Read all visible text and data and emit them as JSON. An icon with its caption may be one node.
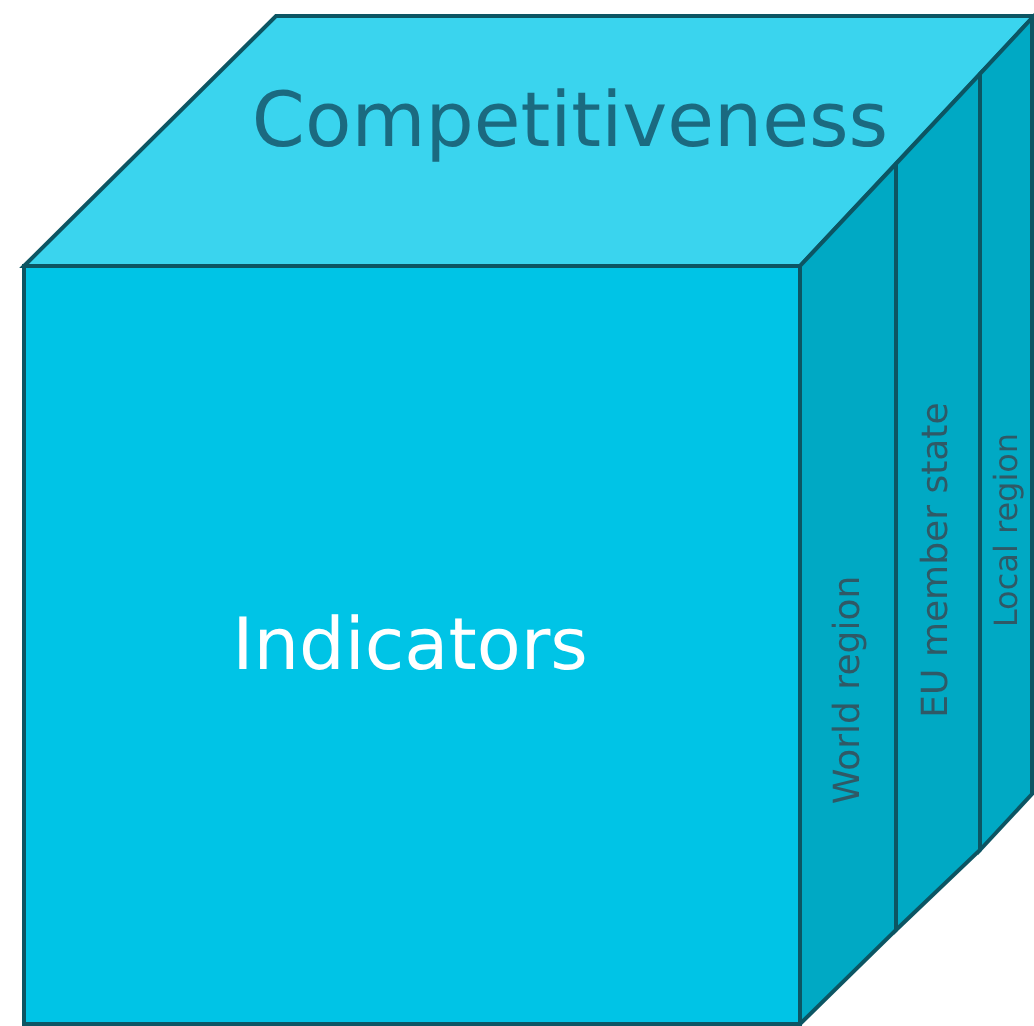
{
  "diagram": {
    "nodes": [
      {
        "text": [
          "Competitiveness"
        ]
      },
      {
        "text": [
          "Indicators"
        ]
      },
      {
        "text": [
          "World region"
        ]
      },
      {
        "text": [
          "EU member state"
        ]
      },
      {
        "text": [
          "Local region"
        ]
      }
    ]
  }
}
